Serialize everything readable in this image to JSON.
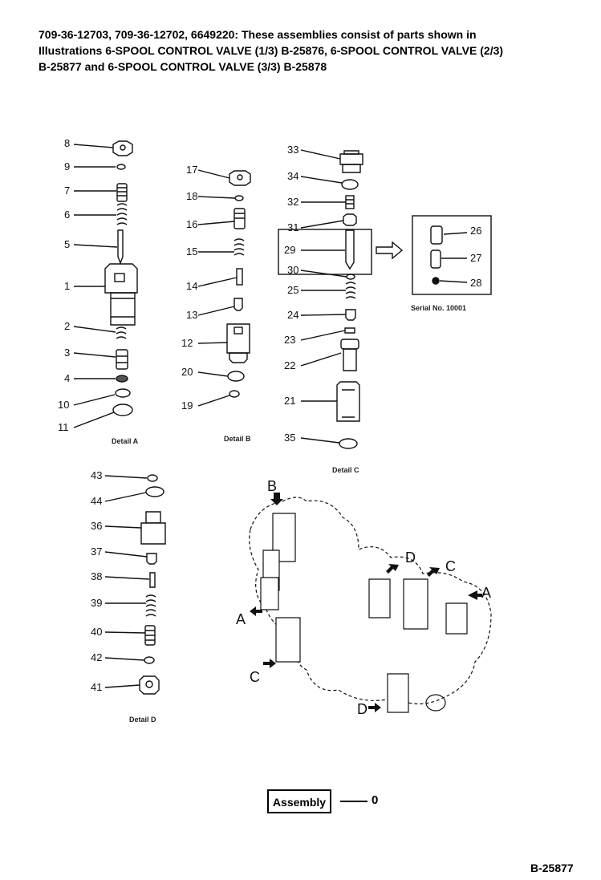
{
  "header": {
    "lines": [
      "709-36-12703, 709-36-12702, 6649220: These assemblies consist of parts shown in",
      "Illustrations 6-SPOOL CONTROL VALVE (1/3) B-25876, 6-SPOOL CONTROL VALVE (2/3)",
      "B-25877 and 6-SPOOL CONTROL VALVE (3/3) B-25878"
    ]
  },
  "details": {
    "a": "Detail A",
    "b": "Detail B",
    "c": "Detail C",
    "d": "Detail D",
    "serial": "Serial No. 10001"
  },
  "callouts": {
    "a": [
      "8",
      "9",
      "7",
      "6",
      "5",
      "1",
      "2",
      "3",
      "4",
      "10",
      "11"
    ],
    "b": [
      "17",
      "18",
      "16",
      "15",
      "14",
      "13",
      "12",
      "20",
      "19"
    ],
    "c": [
      "33",
      "34",
      "32",
      "31",
      "29",
      "30",
      "25",
      "24",
      "23",
      "22",
      "21",
      "35"
    ],
    "inset": [
      "26",
      "27",
      "28"
    ],
    "d": [
      "43",
      "44",
      "36",
      "37",
      "38",
      "39",
      "40",
      "42",
      "41"
    ]
  },
  "view_letters": {
    "a1": "A",
    "a2": "A",
    "b": "B",
    "c1": "C",
    "c2": "C",
    "d1": "D",
    "d2": "D"
  },
  "assembly": {
    "label": "Assembly",
    "qty": "0"
  },
  "page_code": "B-25877"
}
